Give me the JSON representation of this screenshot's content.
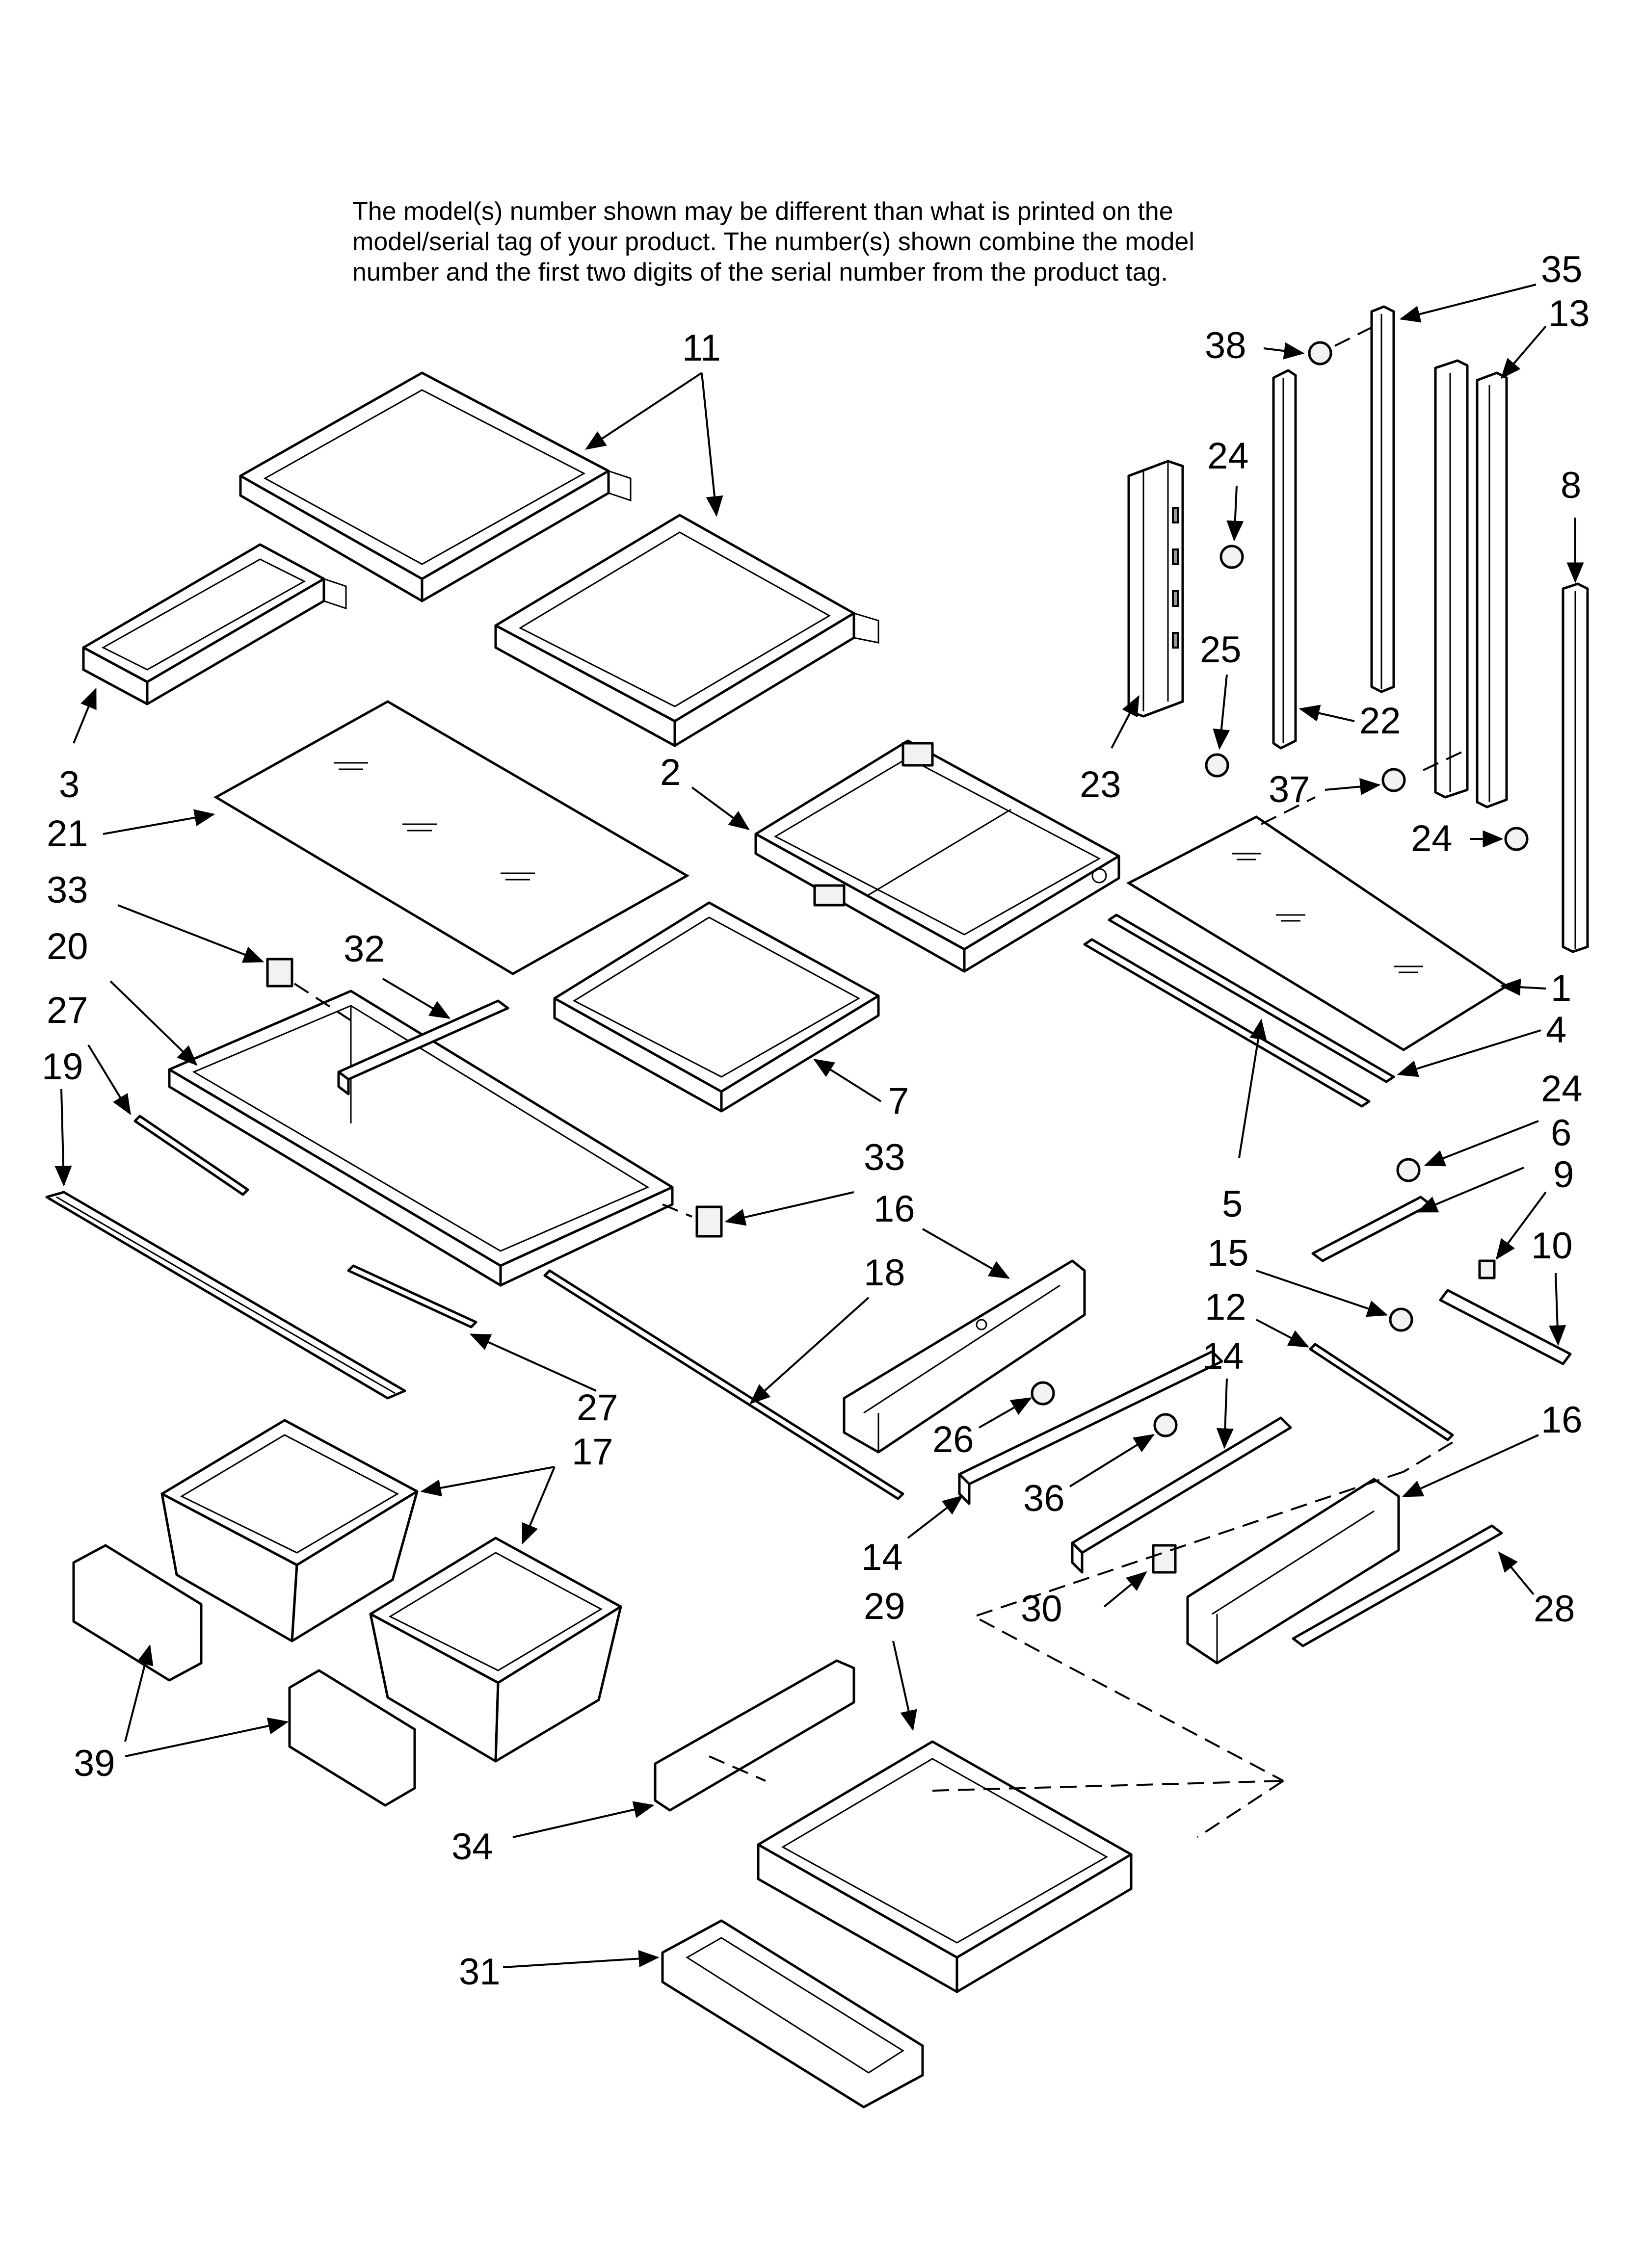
{
  "note": {
    "lines": [
      "The model(s) number shown may be different than what is printed on the",
      "model/serial tag of your product. The number(s) shown combine the model",
      "number and the first two digits of the serial number from the product tag."
    ]
  },
  "callouts": [
    "35",
    "13",
    "11",
    "38",
    "24",
    "8",
    "25",
    "3",
    "2",
    "22",
    "23",
    "37",
    "24",
    "21",
    "1",
    "33",
    "20",
    "32",
    "4",
    "27",
    "24",
    "19",
    "7",
    "6",
    "33",
    "9",
    "5",
    "16",
    "15",
    "10",
    "18",
    "12",
    "14",
    "27",
    "16",
    "26",
    "36",
    "17",
    "14",
    "29",
    "30",
    "28",
    "39",
    "34",
    "31"
  ]
}
